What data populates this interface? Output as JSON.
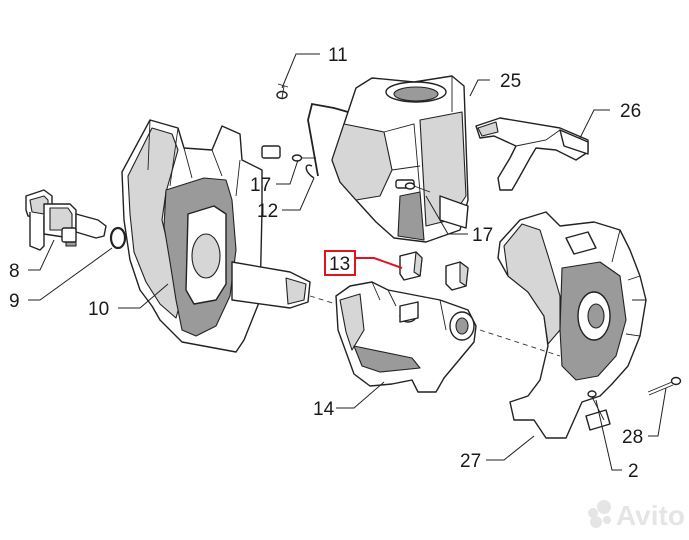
{
  "labels": {
    "l2": "2",
    "l8": "8",
    "l9": "9",
    "l10": "10",
    "l11": "11",
    "l12": "12",
    "l13": "13",
    "l14": "14",
    "l17a": "17",
    "l17b": "17",
    "l25": "25",
    "l26": "26",
    "l27": "27",
    "l28": "28"
  },
  "highlight": {
    "part": "13",
    "color": "#e0141e"
  },
  "watermark": {
    "text": "Avito"
  }
}
